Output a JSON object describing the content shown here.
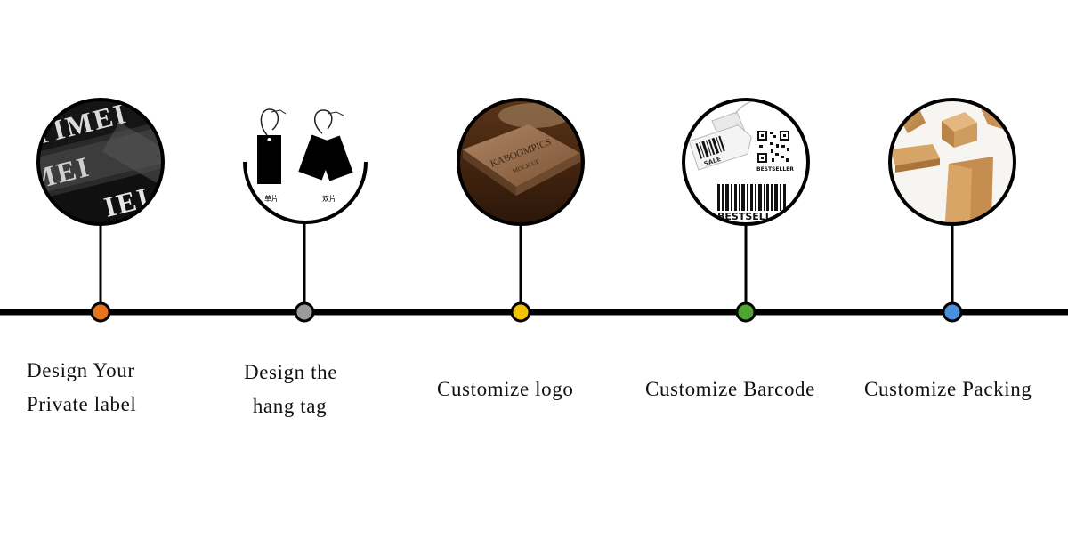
{
  "timeline": {
    "colors": {
      "line": "#000000"
    },
    "steps": [
      {
        "id": "label",
        "name": "Design Your Private label",
        "lines": [
          "Design Your",
          "Private label"
        ],
        "dot_color": "#e8731f",
        "image_subject": "woven-label-icon",
        "image_text": [
          "YIMEI",
          "MEI",
          "IEI"
        ]
      },
      {
        "id": "hang-tag",
        "name": "Design the hang tag",
        "lines": [
          "Design the",
          "hang tag"
        ],
        "dot_color": "#9a9a9a",
        "image_subject": "hang-tag-icon",
        "image_text": [
          "单片",
          "双片"
        ]
      },
      {
        "id": "logo",
        "name": "Customize logo",
        "lines": [
          "Customize logo"
        ],
        "dot_color": "#f2c200",
        "image_subject": "logo-box-icon",
        "image_text": [
          "KABOOMPICS",
          "MOCK UP"
        ]
      },
      {
        "id": "barcode",
        "name": "Customize Barcode",
        "lines": [
          "Customize Barcode"
        ],
        "dot_color": "#4fa531",
        "image_subject": "barcode-icon",
        "image_text": [
          "SALE",
          "BESTSELLER",
          "BESTSELL"
        ]
      },
      {
        "id": "packing",
        "name": "Customize Packing",
        "lines": [
          "Customize Packing"
        ],
        "dot_color": "#4a8fdc",
        "image_subject": "cardboard-box-icon",
        "image_text": []
      }
    ]
  }
}
